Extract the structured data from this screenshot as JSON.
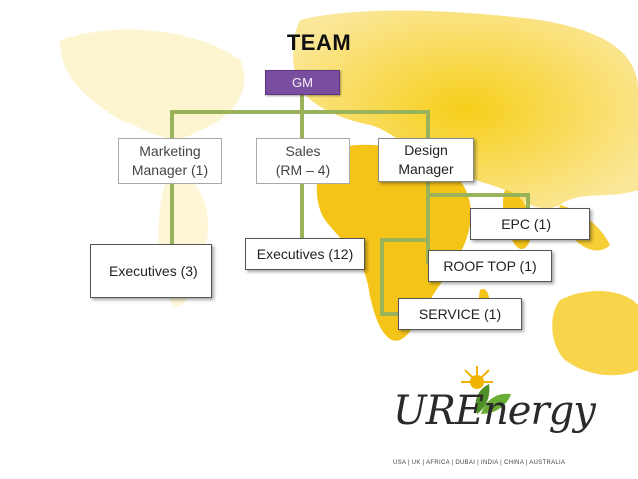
{
  "title": "TEAM",
  "nodes": {
    "gm": "GM",
    "marketing_manager": "Marketing\nManager (1)",
    "sales": "Sales\n(RM – 4)",
    "design_manager": "Design\nManager",
    "executives_marketing": "Executives (3)",
    "executives_sales": "Executives (12)",
    "epc": "EPC (1)",
    "roof_top": "ROOF TOP (1)",
    "service": "SERVICE (1)"
  },
  "logo": {
    "wordmark": "UREnergy",
    "tagline": "USA | UK | AFRICA | DUBAI | INDIA | CHINA | AUSTRALIA"
  },
  "colors": {
    "connector": "#9ab35a",
    "gm_box": "#7a4e9e",
    "map": "#f3c21b",
    "leaf": "#5a9a2e",
    "sun": "#f0b400"
  },
  "icons": [
    "world-map-background",
    "leaf-sun-logo-icon"
  ]
}
